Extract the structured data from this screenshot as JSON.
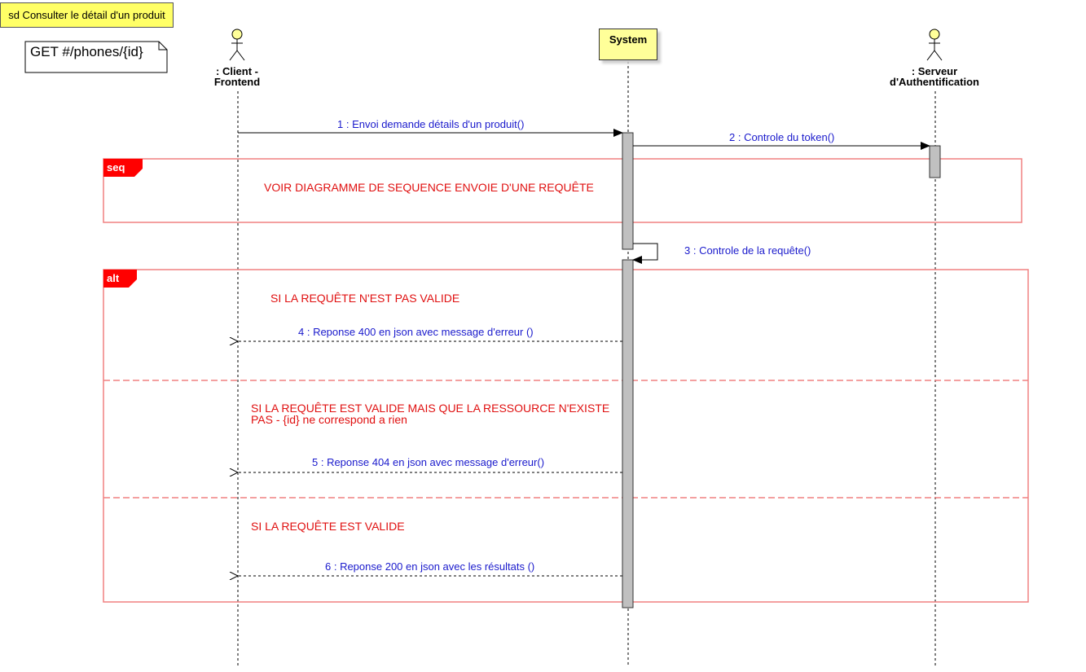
{
  "title": "sd Consulter le détail d'un produit",
  "note": "GET #/phones/{id}",
  "lifelines": {
    "client": {
      "line1": ": Client -",
      "line2": "Frontend"
    },
    "system": {
      "label": "System"
    },
    "auth": {
      "line1": ": Serveur",
      "line2": "d'Authentification"
    }
  },
  "messages": [
    {
      "label": "1 : Envoi demande détails d'un produit()"
    },
    {
      "label": "2 : Controle du token()"
    },
    {
      "label": "3 : Controle de la requête()"
    },
    {
      "label": "4 : Reponse 400 en json avec message d'erreur ()"
    },
    {
      "label": "5 : Reponse 404 en json avec message d'erreur()"
    },
    {
      "label": "6 : Reponse 200 en json avec les résultats ()"
    }
  ],
  "frames": {
    "seq": {
      "tag": "seq",
      "text": "VOIR DIAGRAMME DE SEQUENCE ENVOIE D'UNE REQUÊTE"
    },
    "alt": {
      "tag": "alt",
      "guard1": "SI LA REQUÊTE N'EST PAS VALIDE",
      "guard2_line1": "SI LA REQUÊTE  EST VALIDE MAIS QUE LA RESSOURCE N'EXISTE",
      "guard2_line2": "PAS - {id} ne correspond a rien",
      "guard3": "SI LA REQUÊTE EST VALIDE"
    }
  },
  "colors": {
    "frame": "#f08080",
    "frame_tag": "#ff0000",
    "message_text": "#1a1acc",
    "guard_text": "#e01010",
    "activation": "#c0c0c0",
    "actor_head": "#ffff99"
  }
}
